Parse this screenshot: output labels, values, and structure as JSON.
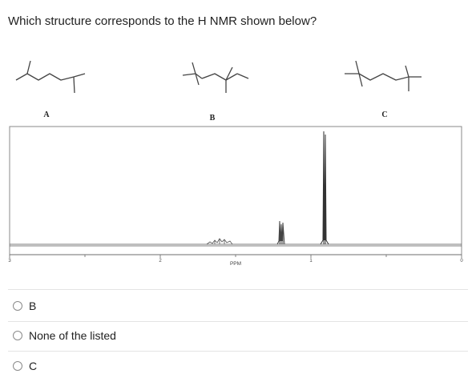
{
  "question": {
    "text": "Which structure corresponds to the H NMR shown below?"
  },
  "structures": [
    {
      "label": "A"
    },
    {
      "label": "B"
    },
    {
      "label": "C"
    }
  ],
  "spectrum": {
    "axis_label": "PPM",
    "ticks": [
      "3",
      "2",
      "1",
      "0"
    ]
  },
  "options": [
    {
      "label": "B"
    },
    {
      "label": "None of the listed"
    },
    {
      "label": "C"
    }
  ]
}
